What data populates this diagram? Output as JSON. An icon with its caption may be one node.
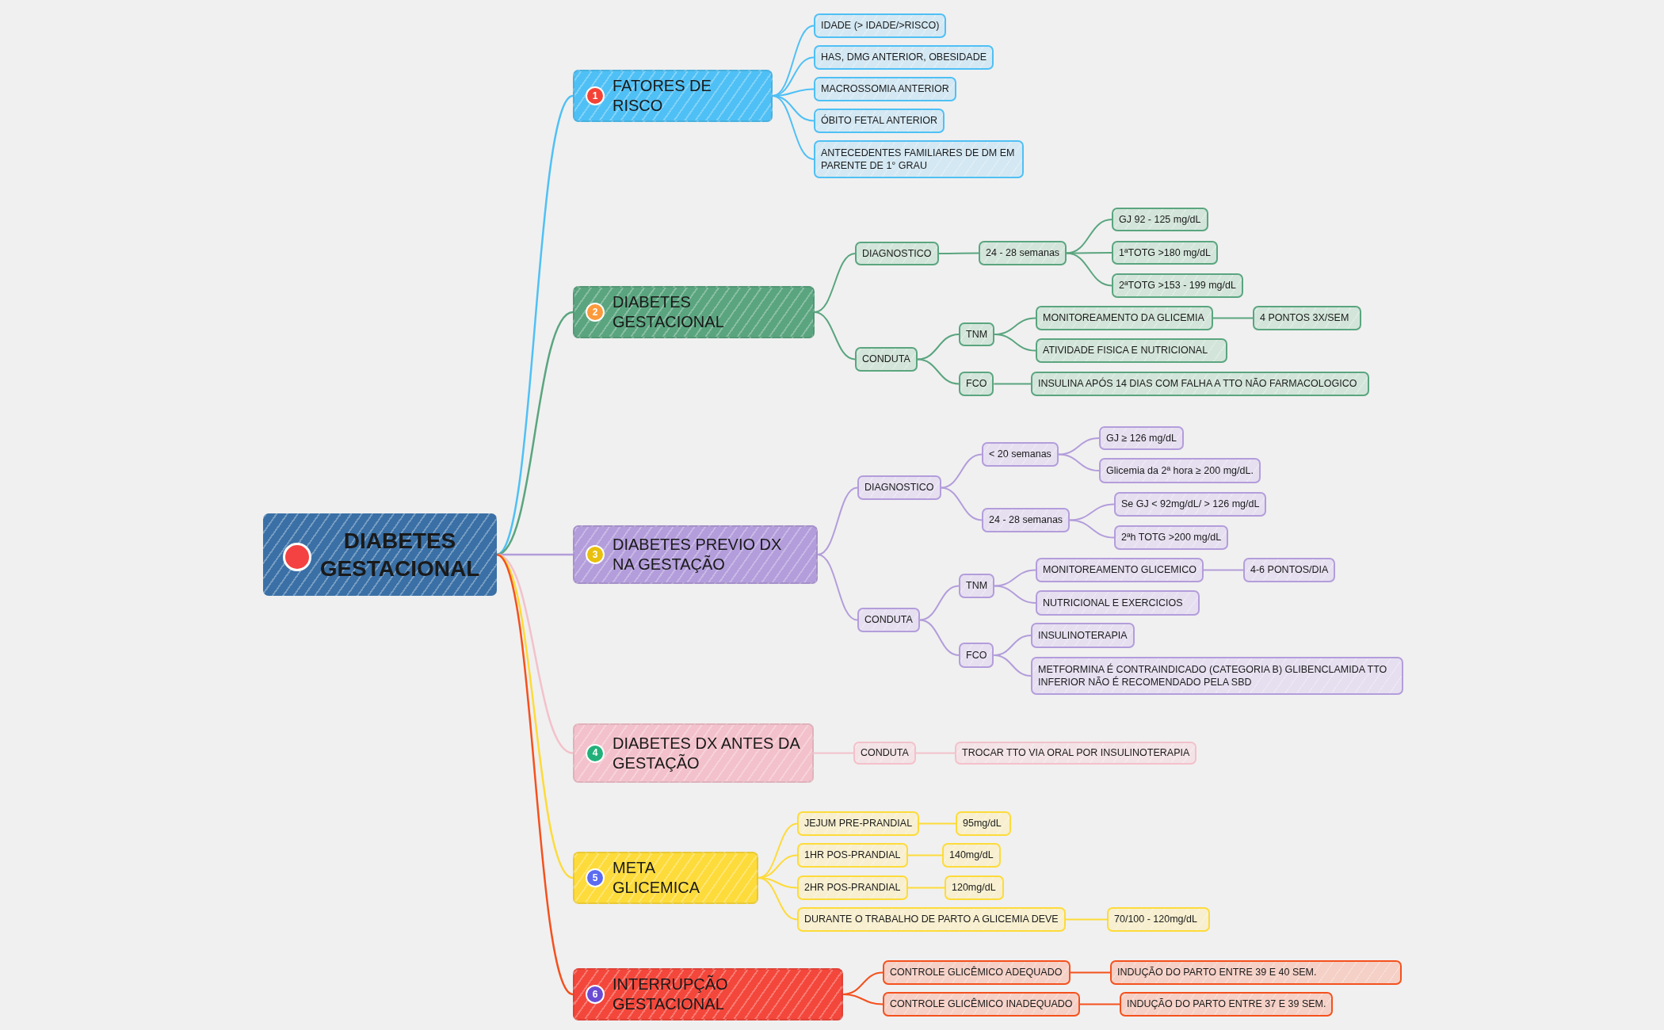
{
  "diagram": {
    "nodes": [
      {
        "text": [
          "DIABETES GESTACIONAL"
        ]
      },
      {
        "text": [
          "1",
          "FATORES DE RISCO"
        ]
      },
      {
        "text": [
          "IDADE (> IDADE/>RISCO)"
        ]
      },
      {
        "text": [
          "HAS, DMG ANTERIOR, OBESIDADE"
        ]
      },
      {
        "text": [
          "MACROSSOMIA ANTERIOR"
        ]
      },
      {
        "text": [
          "ÓBITO FETAL ANTERIOR"
        ]
      },
      {
        "text": [
          "ANTECEDENTES FAMILIARES DE DM EM PARENTE DE 1° GRAU"
        ]
      },
      {
        "text": [
          "2",
          "DIABETES GESTACIONAL"
        ]
      },
      {
        "text": [
          "DIAGNOSTICO"
        ]
      },
      {
        "text": [
          "24 - 28 semanas"
        ]
      },
      {
        "text": [
          "GJ 92 - 125 mg/dL"
        ]
      },
      {
        "text": [
          "1ªTOTG >180 mg/dL"
        ]
      },
      {
        "text": [
          "2ªTOTG >153 - 199 mg/dL"
        ]
      },
      {
        "text": [
          "CONDUTA"
        ]
      },
      {
        "text": [
          "TNM"
        ]
      },
      {
        "text": [
          "MONITOREAMENTO DA GLICEMIA"
        ]
      },
      {
        "text": [
          "4 PONTOS 3X/SEM"
        ]
      },
      {
        "text": [
          "ATIVIDADE FISICA E NUTRICIONAL"
        ]
      },
      {
        "text": [
          "FCO"
        ]
      },
      {
        "text": [
          "INSULINA APÓS 14 DIAS COM FALHA A TTO NÃO FARMACOLOGICO"
        ]
      },
      {
        "text": [
          "3",
          "DIABETES PREVIO DX NA GESTAÇÃO"
        ]
      },
      {
        "text": [
          "DIAGNOSTICO"
        ]
      },
      {
        "text": [
          "< 20 semanas"
        ]
      },
      {
        "text": [
          "GJ ≥ 126 mg/dL"
        ]
      },
      {
        "text": [
          "Glicemia da 2ª hora ≥ 200 mg/dL."
        ]
      },
      {
        "text": [
          "24 - 28 semanas"
        ]
      },
      {
        "text": [
          "Se GJ < 92mg/dL/ > 126 mg/dL"
        ]
      },
      {
        "text": [
          "2ªh TOTG >200 mg/dL"
        ]
      },
      {
        "text": [
          "CONDUTA"
        ]
      },
      {
        "text": [
          "TNM"
        ]
      },
      {
        "text": [
          "MONITOREAMENTO GLICEMICO"
        ]
      },
      {
        "text": [
          "4-6 PONTOS/DIA"
        ]
      },
      {
        "text": [
          "NUTRICIONAL E EXERCICIOS"
        ]
      },
      {
        "text": [
          "FCO"
        ]
      },
      {
        "text": [
          "INSULINOTERAPIA"
        ]
      },
      {
        "text": [
          "METFORMINA É CONTRAINDICADO (CATEGORIA B) GLIBENCLAMIDA TTO INFERIOR NÃO É RECOMENDADO PELA SBD"
        ]
      },
      {
        "text": [
          "4",
          "DIABETES DX ANTES DA GESTAÇÃO"
        ]
      },
      {
        "text": [
          "CONDUTA"
        ]
      },
      {
        "text": [
          "TROCAR TTO VIA ORAL POR INSULINOTERAPIA"
        ]
      },
      {
        "text": [
          "5",
          "META GLICEMICA"
        ]
      },
      {
        "text": [
          "JEJUM PRE-PRANDIAL"
        ]
      },
      {
        "text": [
          "95mg/dL"
        ]
      },
      {
        "text": [
          "1HR POS-PRANDIAL"
        ]
      },
      {
        "text": [
          "140mg/dL"
        ]
      },
      {
        "text": [
          "2HR POS-PRANDIAL"
        ]
      },
      {
        "text": [
          "120mg/dL"
        ]
      },
      {
        "text": [
          "DURANTE O TRABALHO DE PARTO A GLICEMIA DEVE"
        ]
      },
      {
        "text": [
          "70/100 - 120mg/dL"
        ]
      },
      {
        "text": [
          "6",
          "INTERRUPÇÃO GESTACIONAL"
        ]
      },
      {
        "text": [
          "CONTROLE GLICÊMICO ADEQUADO"
        ]
      },
      {
        "text": [
          "INDUÇÃO DO PARTO ENTRE 39 E 40 SEM."
        ]
      },
      {
        "text": [
          "CONTROLE GLICÊMICO INADEQUADO"
        ]
      },
      {
        "text": [
          "INDUÇÃO DO PARTO ENTRE 37 E 39 SEM."
        ]
      }
    ],
    "edges": [
      {
        "from": 0,
        "to": 1,
        "arrow": "none",
        "color": "#4fc0f5"
      },
      {
        "from": 1,
        "to": 2,
        "arrow": "none",
        "color": "#4fc0f5"
      },
      {
        "from": 1,
        "to": 3,
        "arrow": "none",
        "color": "#4fc0f5"
      },
      {
        "from": 1,
        "to": 4,
        "arrow": "none",
        "color": "#4fc0f5"
      },
      {
        "from": 1,
        "to": 5,
        "arrow": "none",
        "color": "#4fc0f5"
      },
      {
        "from": 1,
        "to": 6,
        "arrow": "none",
        "color": "#4fc0f5"
      },
      {
        "from": 0,
        "to": 7,
        "arrow": "none",
        "color": "#5aa57f"
      },
      {
        "from": 7,
        "to": 8,
        "arrow": "none",
        "color": "#5aa57f"
      },
      {
        "from": 8,
        "to": 9,
        "arrow": "none",
        "color": "#5aa57f"
      },
      {
        "from": 9,
        "to": 10,
        "arrow": "none",
        "color": "#5aa57f"
      },
      {
        "from": 9,
        "to": 11,
        "arrow": "none",
        "color": "#5aa57f"
      },
      {
        "from": 9,
        "to": 12,
        "arrow": "none",
        "color": "#5aa57f"
      },
      {
        "from": 7,
        "to": 13,
        "arrow": "none",
        "color": "#5aa57f"
      },
      {
        "from": 13,
        "to": 14,
        "arrow": "none",
        "color": "#5aa57f"
      },
      {
        "from": 14,
        "to": 15,
        "arrow": "none",
        "color": "#5aa57f"
      },
      {
        "from": 15,
        "to": 16,
        "arrow": "none",
        "color": "#5aa57f"
      },
      {
        "from": 14,
        "to": 17,
        "arrow": "none",
        "color": "#5aa57f"
      },
      {
        "from": 13,
        "to": 18,
        "arrow": "none",
        "color": "#5aa57f"
      },
      {
        "from": 18,
        "to": 19,
        "arrow": "none",
        "color": "#5aa57f"
      },
      {
        "from": 0,
        "to": 20,
        "arrow": "none",
        "color": "#b39ddb"
      },
      {
        "from": 20,
        "to": 21,
        "arrow": "none",
        "color": "#b39ddb"
      },
      {
        "from": 21,
        "to": 22,
        "arrow": "none",
        "color": "#b39ddb"
      },
      {
        "from": 22,
        "to": 23,
        "arrow": "none",
        "color": "#b39ddb"
      },
      {
        "from": 22,
        "to": 24,
        "arrow": "none",
        "color": "#b39ddb"
      },
      {
        "from": 21,
        "to": 25,
        "arrow": "none",
        "color": "#b39ddb"
      },
      {
        "from": 25,
        "to": 26,
        "arrow": "none",
        "color": "#b39ddb"
      },
      {
        "from": 25,
        "to": 27,
        "arrow": "none",
        "color": "#b39ddb"
      },
      {
        "from": 20,
        "to": 28,
        "arrow": "none",
        "color": "#b39ddb"
      },
      {
        "from": 28,
        "to": 29,
        "arrow": "none",
        "color": "#b39ddb"
      },
      {
        "from": 29,
        "to": 30,
        "arrow": "none",
        "color": "#b39ddb"
      },
      {
        "from": 30,
        "to": 31,
        "arrow": "none",
        "color": "#b39ddb"
      },
      {
        "from": 29,
        "to": 32,
        "arrow": "none",
        "color": "#b39ddb"
      },
      {
        "from": 28,
        "to": 33,
        "arrow": "none",
        "color": "#b39ddb"
      },
      {
        "from": 33,
        "to": 34,
        "arrow": "none",
        "color": "#b39ddb"
      },
      {
        "from": 33,
        "to": 35,
        "arrow": "none",
        "color": "#b39ddb"
      },
      {
        "from": 0,
        "to": 36,
        "arrow": "none",
        "color": "#f3c1cb"
      },
      {
        "from": 36,
        "to": 37,
        "arrow": "none",
        "color": "#f3c1cb"
      },
      {
        "from": 37,
        "to": 38,
        "arrow": "none",
        "color": "#f3c1cb"
      },
      {
        "from": 0,
        "to": 39,
        "arrow": "none",
        "color": "#fddb3a"
      },
      {
        "from": 39,
        "to": 40,
        "arrow": "none",
        "color": "#fddb3a"
      },
      {
        "from": 40,
        "to": 41,
        "arrow": "none",
        "color": "#fddb3a"
      },
      {
        "from": 39,
        "to": 42,
        "arrow": "none",
        "color": "#fddb3a"
      },
      {
        "from": 42,
        "to": 43,
        "arrow": "none",
        "color": "#fddb3a"
      },
      {
        "from": 39,
        "to": 44,
        "arrow": "none",
        "color": "#fddb3a"
      },
      {
        "from": 44,
        "to": 45,
        "arrow": "none",
        "color": "#fddb3a"
      },
      {
        "from": 39,
        "to": 46,
        "arrow": "none",
        "color": "#fddb3a"
      },
      {
        "from": 46,
        "to": 47,
        "arrow": "none",
        "color": "#fddb3a"
      },
      {
        "from": 0,
        "to": 48,
        "arrow": "none",
        "color": "#f4511e"
      },
      {
        "from": 48,
        "to": 49,
        "arrow": "none",
        "color": "#f4511e"
      },
      {
        "from": 49,
        "to": 50,
        "arrow": "none",
        "color": "#f4511e"
      },
      {
        "from": 48,
        "to": 51,
        "arrow": "none",
        "color": "#f4511e"
      },
      {
        "from": 51,
        "to": 52,
        "arrow": "none",
        "color": "#f4511e"
      }
    ]
  }
}
